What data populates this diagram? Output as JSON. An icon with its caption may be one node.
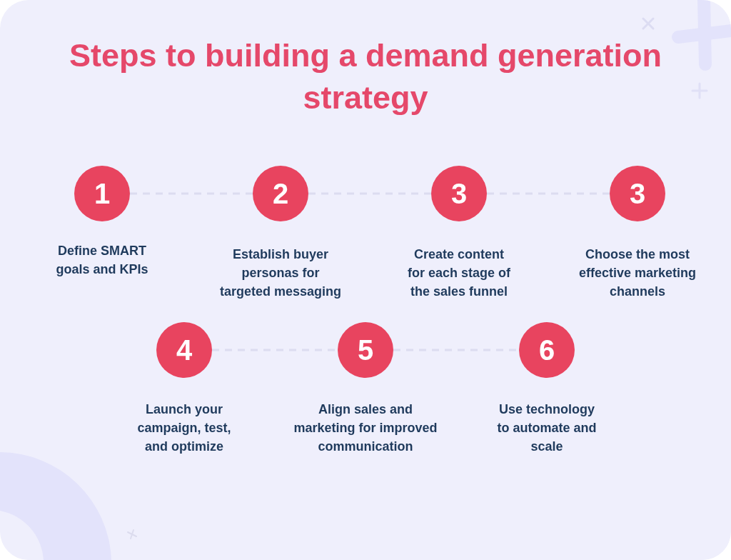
{
  "diagram": {
    "title": "Steps to building a demand generation strategy",
    "nodes": [
      {
        "text": [
          "1"
        ],
        "beside": [
          "Define SMART goals and KPIs"
        ]
      },
      {
        "text": [
          "2"
        ],
        "beside": [
          "Establish buyer personas for targeted messaging"
        ]
      },
      {
        "text": [
          "3"
        ],
        "beside": [
          "Create content for each stage of the sales funnel"
        ]
      },
      {
        "text": [
          "3"
        ],
        "beside": [
          "Choose the most effective marketing channels"
        ]
      },
      {
        "text": [
          "4"
        ],
        "beside": [
          "Launch your campaign, test, and optimize"
        ]
      },
      {
        "text": [
          "5"
        ],
        "beside": [
          "Align sales and marketing for improved communication"
        ]
      },
      {
        "text": [
          "6"
        ],
        "beside": [
          "Use technology to automate and scale"
        ]
      }
    ],
    "edges": [
      {
        "from": 0,
        "to": 1,
        "arrow": "none",
        "style": "dashed"
      },
      {
        "from": 1,
        "to": 2,
        "arrow": "none",
        "style": "dashed"
      },
      {
        "from": 2,
        "to": 3,
        "arrow": "none",
        "style": "dashed"
      },
      {
        "from": 4,
        "to": 5,
        "arrow": "none",
        "style": "dashed"
      },
      {
        "from": 5,
        "to": 6,
        "arrow": "none",
        "style": "dashed"
      }
    ]
  }
}
